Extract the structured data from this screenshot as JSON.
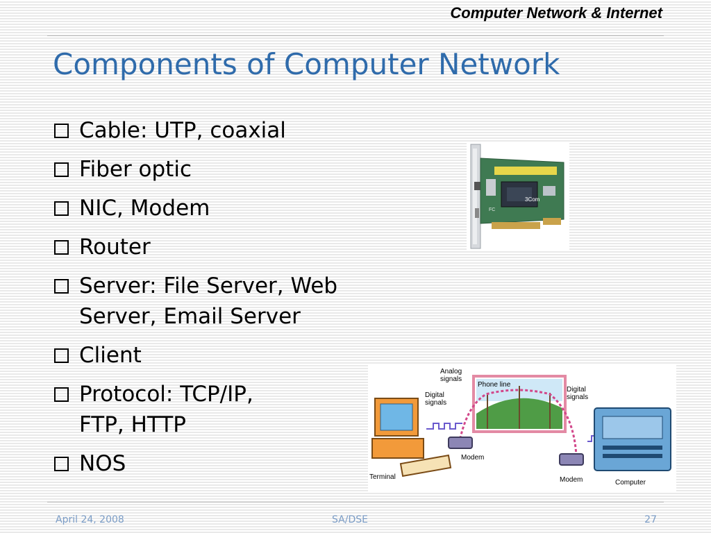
{
  "header": {
    "title": "Computer Network & Internet"
  },
  "slide": {
    "title": "Components of Computer Network"
  },
  "bullets": [
    {
      "line1": "Cable: UTP, coaxial"
    },
    {
      "line1": "Fiber optic"
    },
    {
      "line1": "NIC, Modem"
    },
    {
      "line1": "Router"
    },
    {
      "line1": "Server: File Server, Web",
      "line2": "Server, Email Server"
    },
    {
      "line1": "Client"
    },
    {
      "line1": "Protocol: TCP/IP,",
      "line2": "FTP, HTTP"
    },
    {
      "line1": "NOS"
    }
  ],
  "images": {
    "nic": {
      "logo": "3Com",
      "mark": "FC"
    },
    "modem_diagram": {
      "labels": {
        "analog": "Analog\nsignals",
        "phone_line": "Phone line",
        "digital_left": "Digital\nsignals",
        "digital_right": "Digital\nsignals",
        "modem_left": "Modem",
        "modem_right": "Modem",
        "terminal": "Terminal",
        "computer": "Computer"
      }
    }
  },
  "footer": {
    "date": "April 24, 2008",
    "center": "SA/DSE",
    "page": "27"
  },
  "colors": {
    "title": "#2f6bab",
    "footer": "#7a9cc6",
    "rule": "#b8b8b8"
  }
}
